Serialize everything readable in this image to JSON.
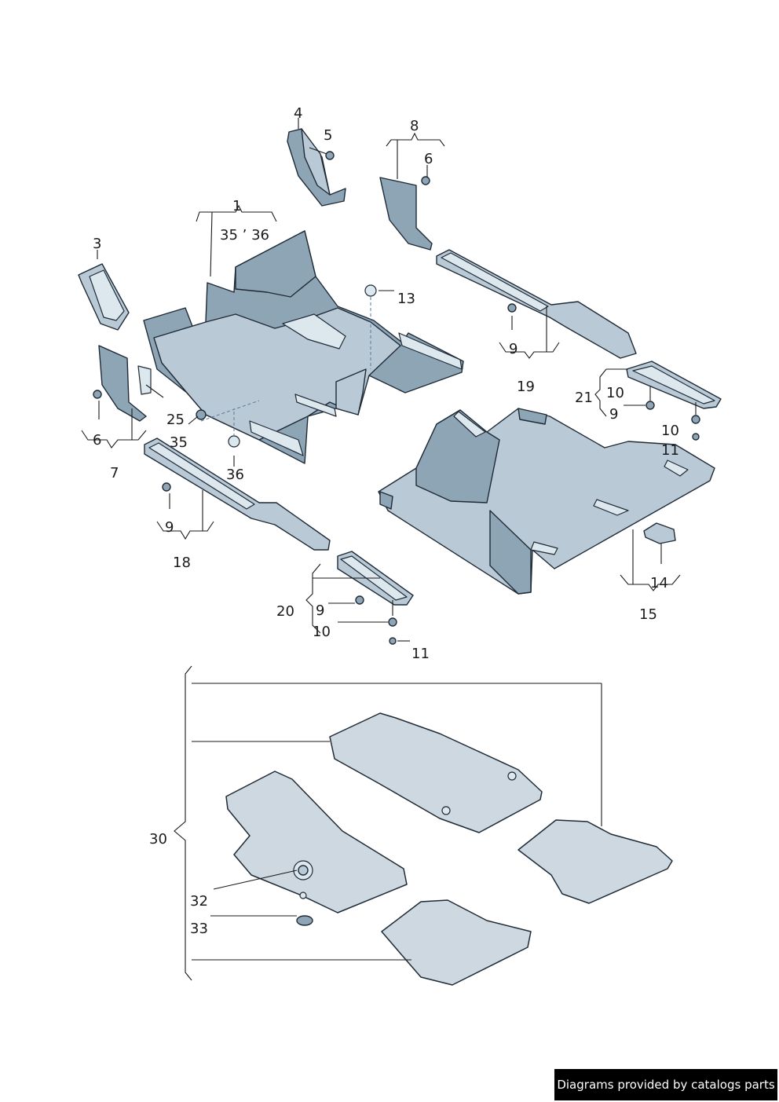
{
  "callouts": {
    "n1": "1",
    "n3": "3",
    "n4": "4",
    "n5": "5",
    "n6a": "6",
    "n6b": "6",
    "n7": "7",
    "n8": "8",
    "n9a": "9",
    "n9b": "9",
    "n9c": "9",
    "n9d": "9",
    "n10a": "10",
    "n10b": "10",
    "n10c": "10",
    "n11a": "11",
    "n11b": "11",
    "n13": "13",
    "n14": "14",
    "n15": "15",
    "n18": "18",
    "n19": "19",
    "n20": "20",
    "n21": "21",
    "n25": "25",
    "n30": "30",
    "n32": "32",
    "n33": "33",
    "n35": "35",
    "n36": "36",
    "n3536": "35 ’ 36"
  },
  "footer": {
    "text": "Diagrams provided by catalogs parts"
  },
  "colors": {
    "part_fill": "#b9cad6",
    "part_dark": "#8ea5b6",
    "outline": "#1e2a36",
    "footer_bg": "#000000"
  }
}
